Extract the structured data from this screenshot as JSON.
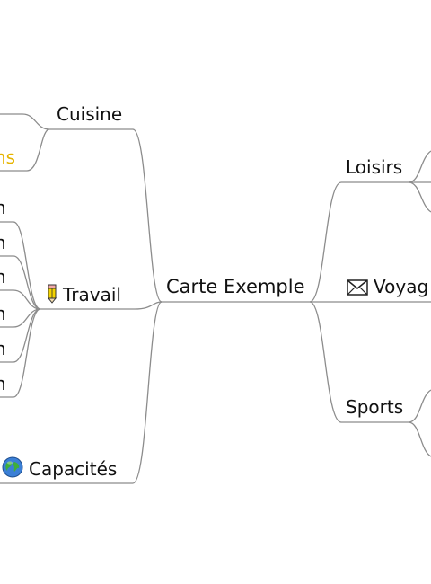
{
  "map": {
    "root": "Carte Exemple",
    "left": {
      "cuisine": {
        "label": "Cuisine",
        "children": [
          "",
          "ns"
        ]
      },
      "travail": {
        "label": "Travail",
        "icon": "pencil-icon",
        "children": [
          "n",
          "n",
          "n",
          "n",
          "n",
          "n"
        ]
      },
      "capacites": {
        "label": "Capacités",
        "icon": "globe-icon"
      }
    },
    "right": {
      "loisirs": {
        "label": "Loisirs"
      },
      "voyage": {
        "label": "Voyag",
        "icon": "envelope-icon"
      },
      "sports": {
        "label": "Sports"
      }
    }
  },
  "colors": {
    "line": "#8c8c8c",
    "text": "#111111",
    "highlight_child": "#e6b400"
  }
}
